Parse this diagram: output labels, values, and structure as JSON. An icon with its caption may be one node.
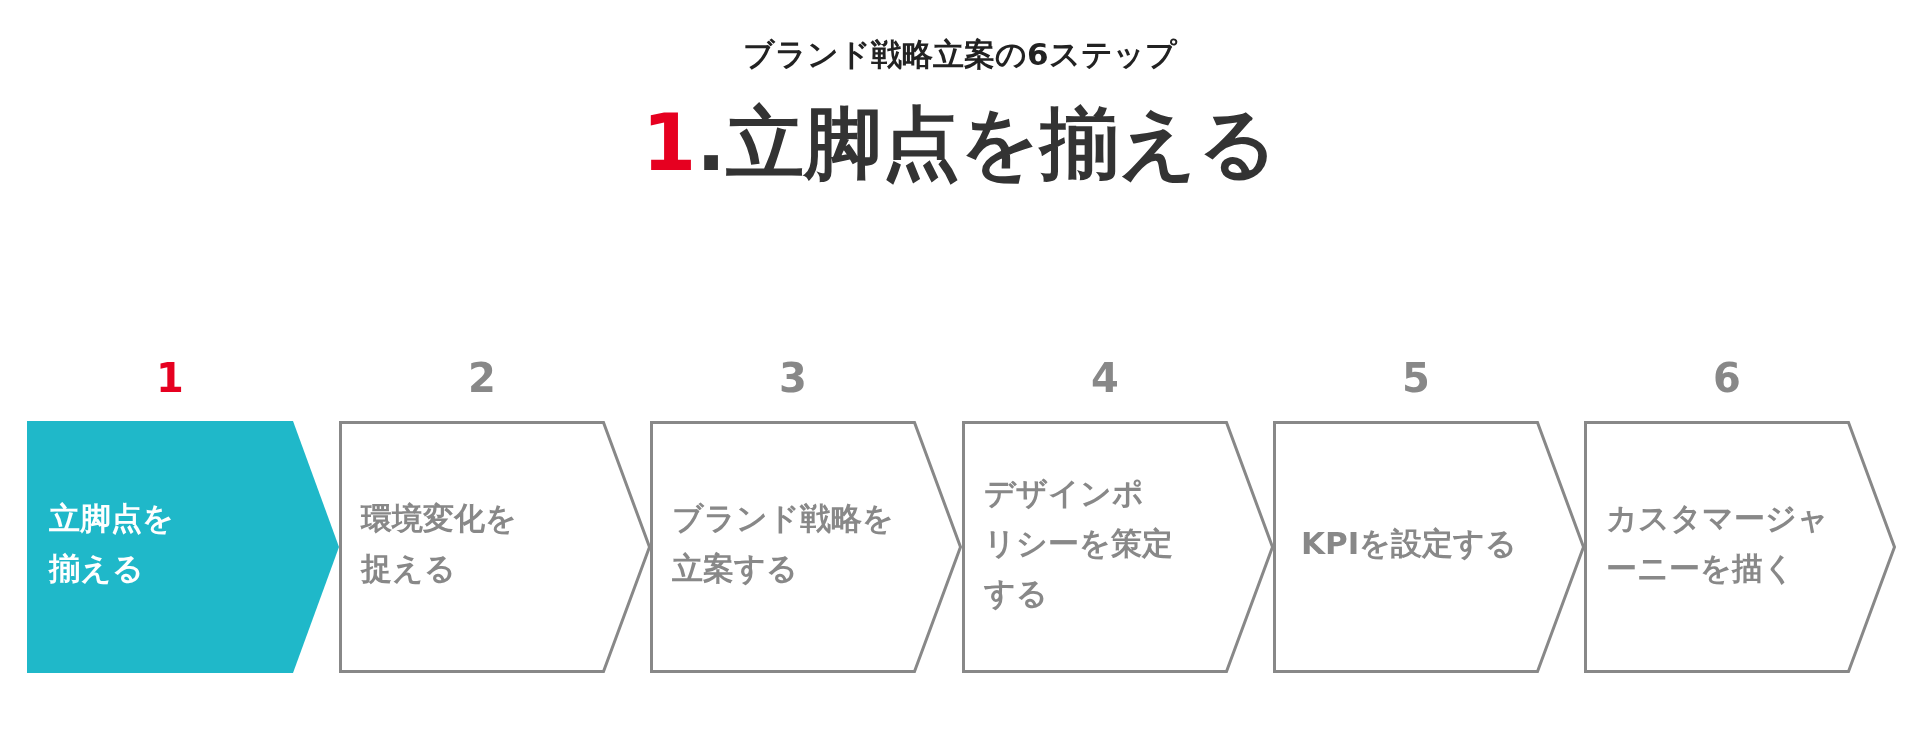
{
  "diagram": {
    "title": "1.立脚点を揃える",
    "nodes": [
      {
        "text": [
          "立脚点を揃える"
        ],
        "beside": [
          "1"
        ]
      },
      {
        "text": [
          "環境変化を捉える"
        ],
        "beside": [
          "2"
        ]
      },
      {
        "text": [
          "ブランド戦略を立案する"
        ],
        "beside": [
          "3"
        ]
      },
      {
        "text": [
          "デザインポリシーを策定する"
        ],
        "beside": [
          "4"
        ]
      },
      {
        "text": [
          "KPIを設定する"
        ],
        "beside": [
          "5"
        ]
      },
      {
        "text": [
          "カスタマージャーニーを描く"
        ],
        "beside": [
          "6"
        ]
      }
    ],
    "labels": [
      "ブランド戦略立案の6ステップ"
    ]
  }
}
